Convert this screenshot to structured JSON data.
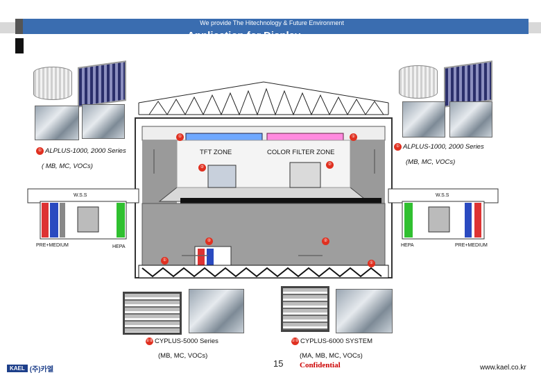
{
  "header": {
    "banner_text": "We provide The Hitechnology & Future Environment",
    "title": "Application for Display"
  },
  "diagram": {
    "zones": {
      "tft": "TFT ZONE",
      "color_filter": "COLOR FILTER ZONE"
    },
    "left_product": {
      "marker": "①",
      "name": "ALPLUS-1000, 2000 Series",
      "sub": "( MB, MC, VOCs)"
    },
    "right_product": {
      "marker": "①",
      "name": "ALPLUS-1000, 2000 Series",
      "sub": "(MB, MC, VOCs)"
    },
    "wss_left": "W.S.S",
    "wss_right": "W.S.S",
    "pre_medium_left": "PRE+MEDIUM",
    "hepa_left": "HEPA",
    "hepa_right": "HEPA",
    "pre_medium_right": "PRE+MEDIUM",
    "cyp5000": {
      "marker": "①②",
      "name": "CYPLUS-5000 Series",
      "sub": "(MB, MC, VOCs)"
    },
    "cyp6000": {
      "marker": "①②",
      "name": "CYPLUS-6000 SYSTEM",
      "sub": "(MA, MB, MC, VOCs)"
    },
    "circle_markers": [
      "①",
      "①",
      "①",
      "①",
      "②",
      "②",
      "②",
      "②",
      "①",
      "①"
    ]
  },
  "footer": {
    "logo_box": "KAEL",
    "logo_text": "(주)카엘",
    "page": "15",
    "confidential": "Confidential",
    "url": "www.kael.co.kr"
  },
  "colors": {
    "banner": "#3a6db0",
    "marker": "#e03020",
    "confidential": "#cc0000"
  }
}
